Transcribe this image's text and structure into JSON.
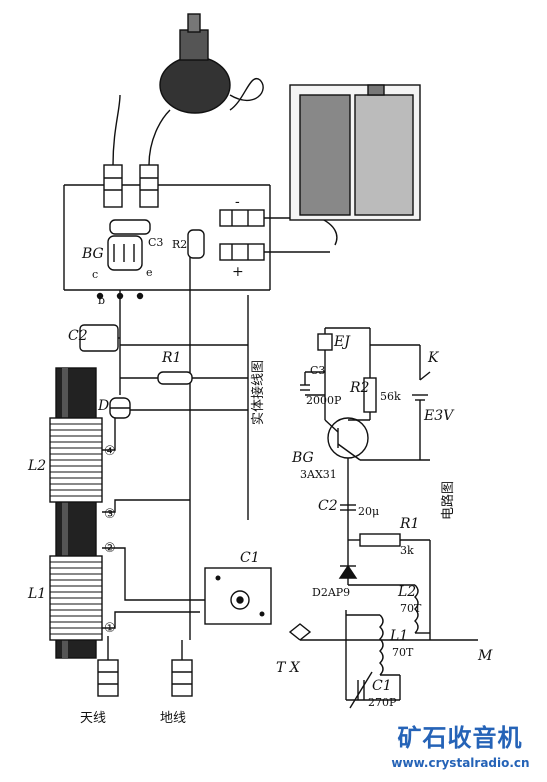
{
  "labels": {
    "L1": "L1",
    "L2": "L2",
    "C1": "C1",
    "C2": "C2",
    "C3": "C3",
    "R1": "R1",
    "R2": "R2",
    "D": "D",
    "BG": "BG",
    "pin_c": "c",
    "pin_b": "b",
    "pin_e": "e",
    "plus": "+",
    "minus": "-",
    "tap1": "①",
    "tap2": "②",
    "tap3": "③",
    "tap4": "④",
    "antenna": "天线",
    "ground": "地线",
    "wiring_title": "实体接线图"
  },
  "schematic": {
    "title": "电路图",
    "TX": "T X",
    "M": "M",
    "C1_label": "C1",
    "C1_value": "270P",
    "L1_label": "L1",
    "L1_turns": "70T",
    "L2_label": "L2",
    "L2_turns": "70T",
    "D_type": "D2AP9",
    "R1_label": "R1",
    "R1_value": "3k",
    "C2_label": "C2",
    "C2_value": "20μ",
    "BG_label": "BG",
    "BG_type": "3AX31",
    "C3_label": "C3",
    "C3_value": "2000P",
    "R2_label": "R2",
    "R2_value": "56k",
    "EJ": "EJ",
    "K": "K",
    "E": "E3V"
  },
  "watermark": {
    "brand": "矿石收音机",
    "site": "www.crystalradio.cn"
  }
}
